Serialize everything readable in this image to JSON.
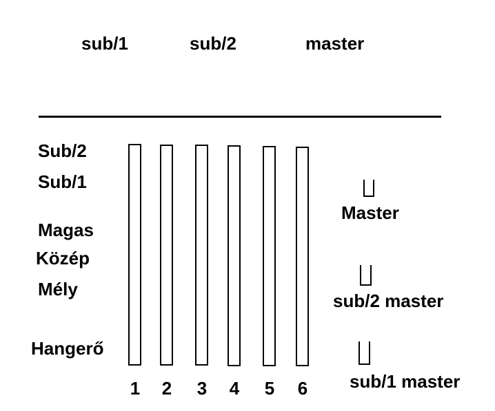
{
  "canvas": {
    "background": "#ffffff",
    "ink": "#000000"
  },
  "top_group_labels": [
    {
      "label": "sub/1"
    },
    {
      "label": "sub/2"
    },
    {
      "label": "master"
    }
  ],
  "control_row_labels": [
    {
      "label": "Sub/2"
    },
    {
      "label": "Sub/1"
    },
    {
      "label": "Magas"
    },
    {
      "label": "Közép"
    },
    {
      "label": "Mély"
    },
    {
      "label": "Hangerő"
    }
  ],
  "channels": [
    {
      "number": "1"
    },
    {
      "number": "2"
    },
    {
      "number": "3"
    },
    {
      "number": "4"
    },
    {
      "number": "5"
    },
    {
      "number": "6"
    }
  ],
  "master_section": [
    {
      "label": "Master"
    },
    {
      "label": "sub/2 master"
    },
    {
      "label": "sub/1 master"
    }
  ]
}
